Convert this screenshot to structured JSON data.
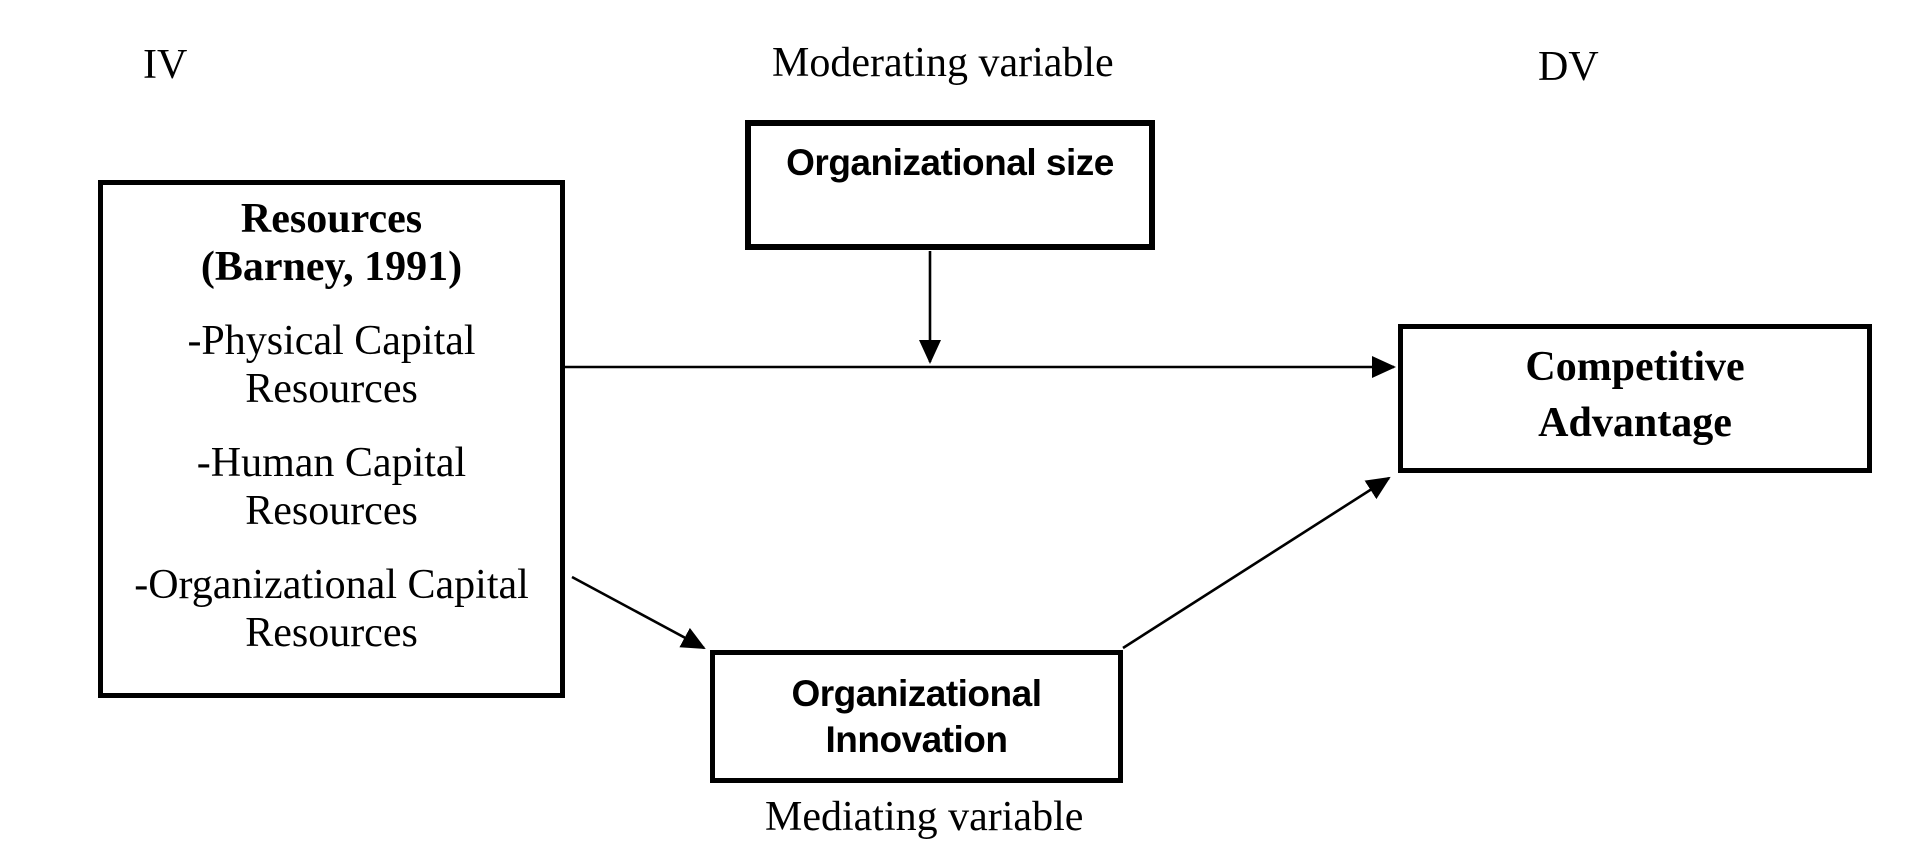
{
  "diagram": {
    "labels": {
      "iv": "IV",
      "moderating_variable": "Moderating variable",
      "dv": "DV",
      "mediating_variable": "Mediating variable"
    },
    "boxes": {
      "resources": {
        "title": "Resources",
        "citation": "(Barney, 1991)",
        "items": [
          "-Physical Capital\nResources",
          "-Human Capital\nResources",
          "-Organizational Capital\nResources"
        ]
      },
      "organizational_size": {
        "label": "Organizational size"
      },
      "competitive_advantage": {
        "label": "Competitive\nAdvantage"
      },
      "organizational_innovation": {
        "label": "Organizational\nInnovation"
      }
    },
    "arrows": [
      {
        "name": "resources-to-competitive-advantage",
        "role": "direct effect"
      },
      {
        "name": "organizational-size-moderation",
        "role": "moderating effect"
      },
      {
        "name": "resources-to-organizational-innovation",
        "role": "mediating path a"
      },
      {
        "name": "organizational-innovation-to-competitive-advantage",
        "role": "mediating path b"
      }
    ],
    "colors": {
      "line": "#000000",
      "background": "#ffffff"
    }
  }
}
